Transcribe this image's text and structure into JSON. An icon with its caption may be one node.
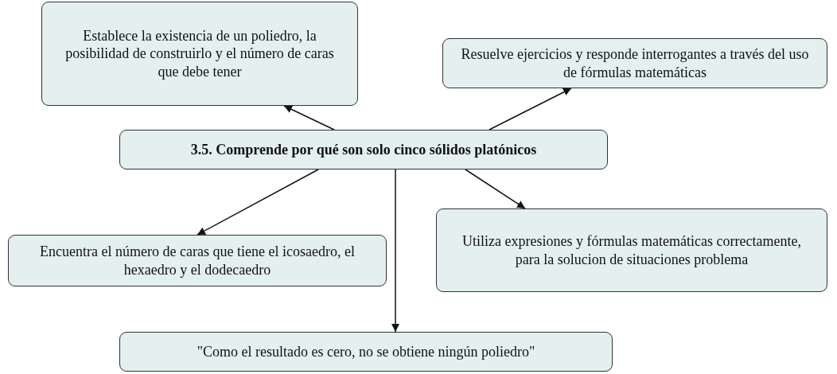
{
  "diagram": {
    "nodes": [
      {
        "text": [
          "3.5. Comprende por qué son solo cinco sólidos platónicos"
        ]
      },
      {
        "text": [
          "Establece la existencia de un poliedro, la posibilidad de construirlo y el número de caras que debe tener"
        ]
      },
      {
        "text": [
          "Resuelve ejercicios y responde interrogantes a través del uso de fórmulas matemáticas"
        ]
      },
      {
        "text": [
          "Encuentra el número de caras que tiene el icosaedro, el hexaedro y el dodecaedro"
        ]
      },
      {
        "text": [
          "Utiliza expresiones y fórmulas matemáticas correctamente, para la solucion de situaciones problema"
        ]
      },
      {
        "text": [
          "\"Como el resultado es cero, no se obtiene ningún poliedro\""
        ]
      }
    ],
    "edges": [
      {
        "from": 0,
        "to": 1,
        "arrow": "to"
      },
      {
        "from": 0,
        "to": 2,
        "arrow": "to"
      },
      {
        "from": 0,
        "to": 3,
        "arrow": "to"
      },
      {
        "from": 0,
        "to": 4,
        "arrow": "to"
      },
      {
        "from": 0,
        "to": 5,
        "arrow": "to"
      }
    ]
  }
}
